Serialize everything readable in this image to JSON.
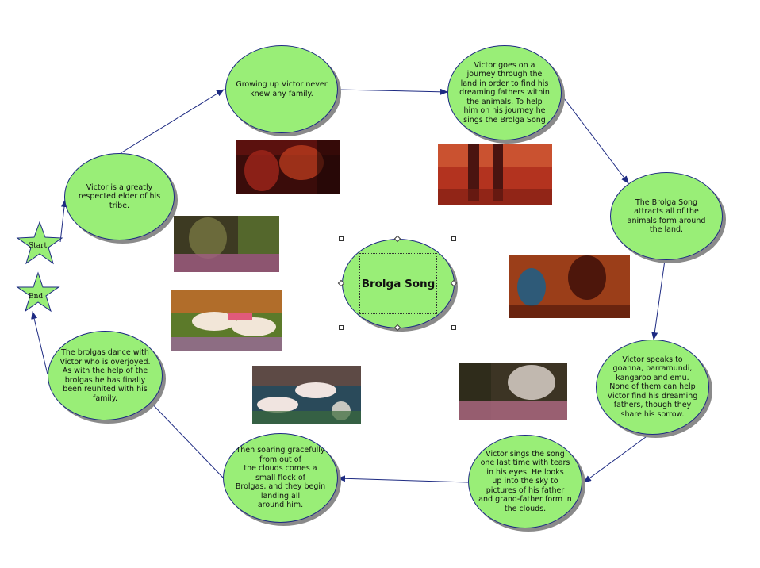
{
  "center": {
    "title": "Brolga Song"
  },
  "stars": {
    "start_label": "Start",
    "end_label": "End"
  },
  "nodes": [
    {
      "id": "n1",
      "text": "Victor is a greatly\nrespected elder of his\ntribe."
    },
    {
      "id": "n2",
      "text": "Growing up Victor never\nknew any family."
    },
    {
      "id": "n3",
      "text": "Victor goes on a\njourney through the\nland in order to find his\ndreaming fathers within\nthe animals.  To help\nhim on his journey he\nsings the Brolga Song"
    },
    {
      "id": "n4",
      "text": "The Brolga Song\nattracts all of the\nanimals form around\nthe land."
    },
    {
      "id": "n5",
      "text": "Victor speaks to\ngoanna, barramundi,\nkangaroo and emu.\nNone of them can help\nVictor find his dreaming\nfathers, though they\nshare his sorrow."
    },
    {
      "id": "n6",
      "text": "Victor sings the song\none last time with tears\nin his eyes.  He looks\nup into the sky to\npictures of his father\nand grand-father form in\nthe clouds."
    },
    {
      "id": "n7",
      "text": "Then soaring gracefully\nfrom out of\nthe clouds comes a\nsmall flock of\nBrolgas, and they begin\nlanding all\naround him."
    },
    {
      "id": "n8",
      "text": "The brolgas dance with\nVictor who is overjoyed.\nAs with the help of the\nbrolgas he has finally\nbeen reunited with his\nfamily."
    }
  ],
  "colors": {
    "node_fill": "#99ee77",
    "node_border": "#1d2a82",
    "arrow": "#1d2a82",
    "shadow": "#8a8a8a"
  },
  "illustrations": [
    {
      "id": "pic-warrior-red",
      "subject": "dark figure with red ochre tones"
    },
    {
      "id": "pic-legs-red",
      "subject": "legs walking on red earth"
    },
    {
      "id": "pic-face-grass",
      "subject": "face among reeds"
    },
    {
      "id": "pic-goanna",
      "subject": "goanna and figure in orange tones"
    },
    {
      "id": "pic-brolgas-pair",
      "subject": "two brolgas dancing"
    },
    {
      "id": "pic-clouds",
      "subject": "faces in the clouds over reeds"
    },
    {
      "id": "pic-brolgas-flight",
      "subject": "brolgas flying"
    }
  ]
}
